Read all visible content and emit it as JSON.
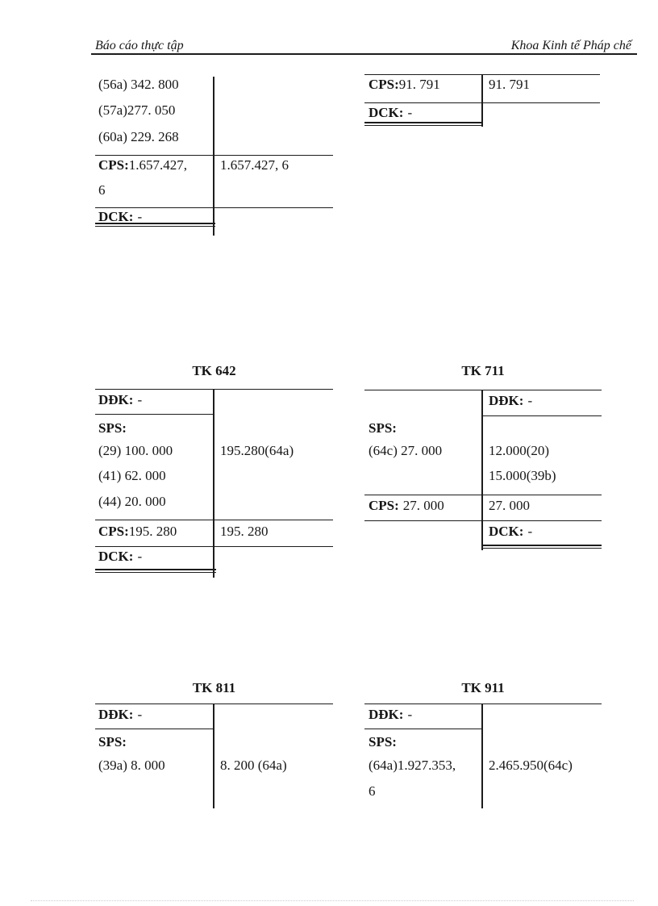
{
  "header": {
    "left": "Báo cáo thực tập",
    "right": "Khoa Kinh tế Pháp chế"
  },
  "accounts": {
    "cont_left": {
      "debit_entries": [
        "(56a) 342. 800",
        "(57a)277. 050",
        "(60a) 229. 268"
      ],
      "cps_label": "CPS:",
      "cps_debit_line1": "1.657.427,",
      "cps_debit_line2": "6",
      "cps_credit": "1.657.427, 6",
      "dck_label": "DCK:",
      "dck_value": "-"
    },
    "cont_right": {
      "cps_label": "CPS:",
      "cps_debit": "91. 791",
      "cps_credit": "91. 791",
      "dck_label": "DCK:",
      "dck_value": "-"
    },
    "tk642": {
      "title": "TK 642",
      "ddk_label": "DĐK:",
      "ddk_value": "-",
      "sps_label": "SPS:",
      "debit_entries": [
        "(29) 100. 000",
        "(41) 62. 000",
        "(44) 20. 000"
      ],
      "credit_entries": [
        "195.280(64a)"
      ],
      "cps_label": "CPS:",
      "cps_debit": "195. 280",
      "cps_credit": "195. 280",
      "dck_label": "DCK:",
      "dck_value": "-"
    },
    "tk711": {
      "title": "TK 711",
      "ddk_label": "DĐK:",
      "ddk_value": "-",
      "sps_label": "SPS:",
      "debit_entries": [
        "(64c) 27. 000"
      ],
      "credit_entries": [
        "12.000(20)",
        "15.000(39b)"
      ],
      "cps_label": "CPS:",
      "cps_debit": "27. 000",
      "cps_credit": "27. 000",
      "dck_label": "DCK:",
      "dck_value": "-"
    },
    "tk811": {
      "title": "TK 811",
      "ddk_label": "DĐK:",
      "ddk_value": "-",
      "sps_label": "SPS:",
      "debit_entries": [
        "(39a) 8. 000"
      ],
      "credit_entries": [
        "8. 200 (64a)"
      ]
    },
    "tk911": {
      "title": "TK 911",
      "ddk_label": "DĐK:",
      "ddk_value": "-",
      "sps_label": "SPS:",
      "debit_line1": "(64a)1.927.353,",
      "debit_line2": "6",
      "credit_entries": [
        "2.465.950(64c)"
      ]
    }
  }
}
